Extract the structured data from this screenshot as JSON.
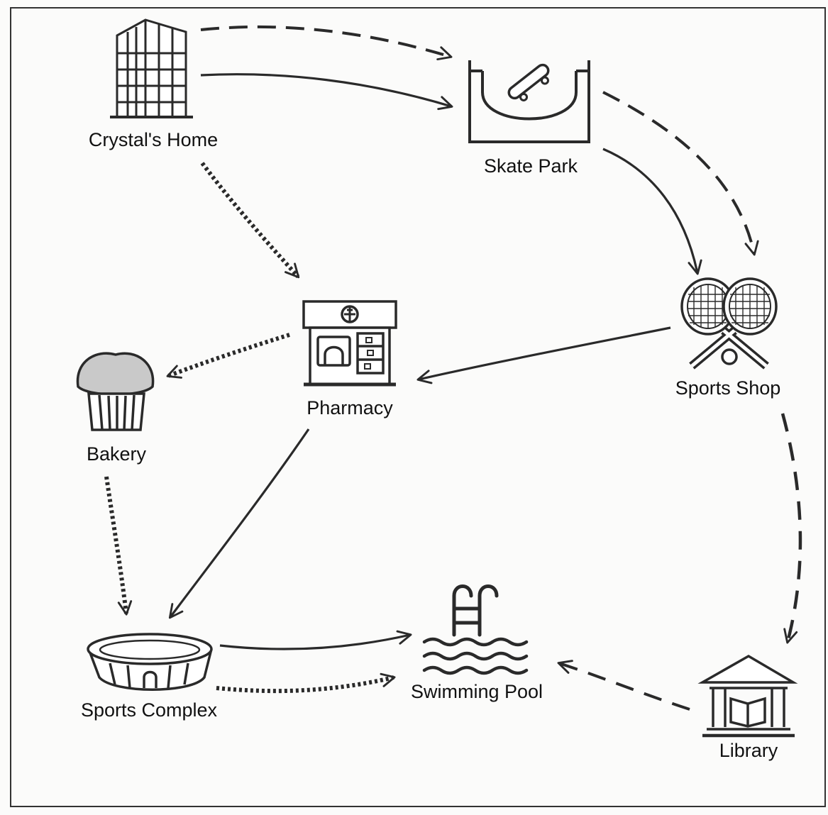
{
  "nodes": {
    "home": {
      "label": "Crystal's Home",
      "icon": "apartment-building-icon"
    },
    "skate": {
      "label": "Skate Park",
      "icon": "skateboard-ramp-icon"
    },
    "sports_shop": {
      "label": "Sports Shop",
      "icon": "tennis-rackets-icon"
    },
    "pharmacy": {
      "label": "Pharmacy",
      "icon": "pharmacy-store-icon"
    },
    "bakery": {
      "label": "Bakery",
      "icon": "muffin-icon"
    },
    "sports_complex": {
      "label": "Sports Complex",
      "icon": "stadium-icon"
    },
    "pool": {
      "label": "Swimming Pool",
      "icon": "pool-ladder-icon"
    },
    "library": {
      "label": "Library",
      "icon": "library-building-icon"
    }
  },
  "routes": [
    {
      "from": "Crystal's Home",
      "to": "Skate Park",
      "style": "solid"
    },
    {
      "from": "Crystal's Home",
      "to": "Skate Park",
      "style": "dashed"
    },
    {
      "from": "Crystal's Home",
      "to": "Pharmacy",
      "style": "dotted"
    },
    {
      "from": "Skate Park",
      "to": "Sports Shop",
      "style": "solid"
    },
    {
      "from": "Skate Park",
      "to": "Sports Shop",
      "style": "dashed"
    },
    {
      "from": "Sports Shop",
      "to": "Pharmacy",
      "style": "solid"
    },
    {
      "from": "Sports Shop",
      "to": "Library",
      "style": "dashed"
    },
    {
      "from": "Pharmacy",
      "to": "Bakery",
      "style": "dotted"
    },
    {
      "from": "Pharmacy",
      "to": "Sports Complex",
      "style": "solid"
    },
    {
      "from": "Bakery",
      "to": "Sports Complex",
      "style": "dotted"
    },
    {
      "from": "Sports Complex",
      "to": "Swimming Pool",
      "style": "solid"
    },
    {
      "from": "Sports Complex",
      "to": "Swimming Pool",
      "style": "dotted"
    },
    {
      "from": "Library",
      "to": "Swimming Pool",
      "style": "dashed"
    }
  ],
  "colors": {
    "ink": "#2a2a2a",
    "background": "#fbfbfa"
  }
}
